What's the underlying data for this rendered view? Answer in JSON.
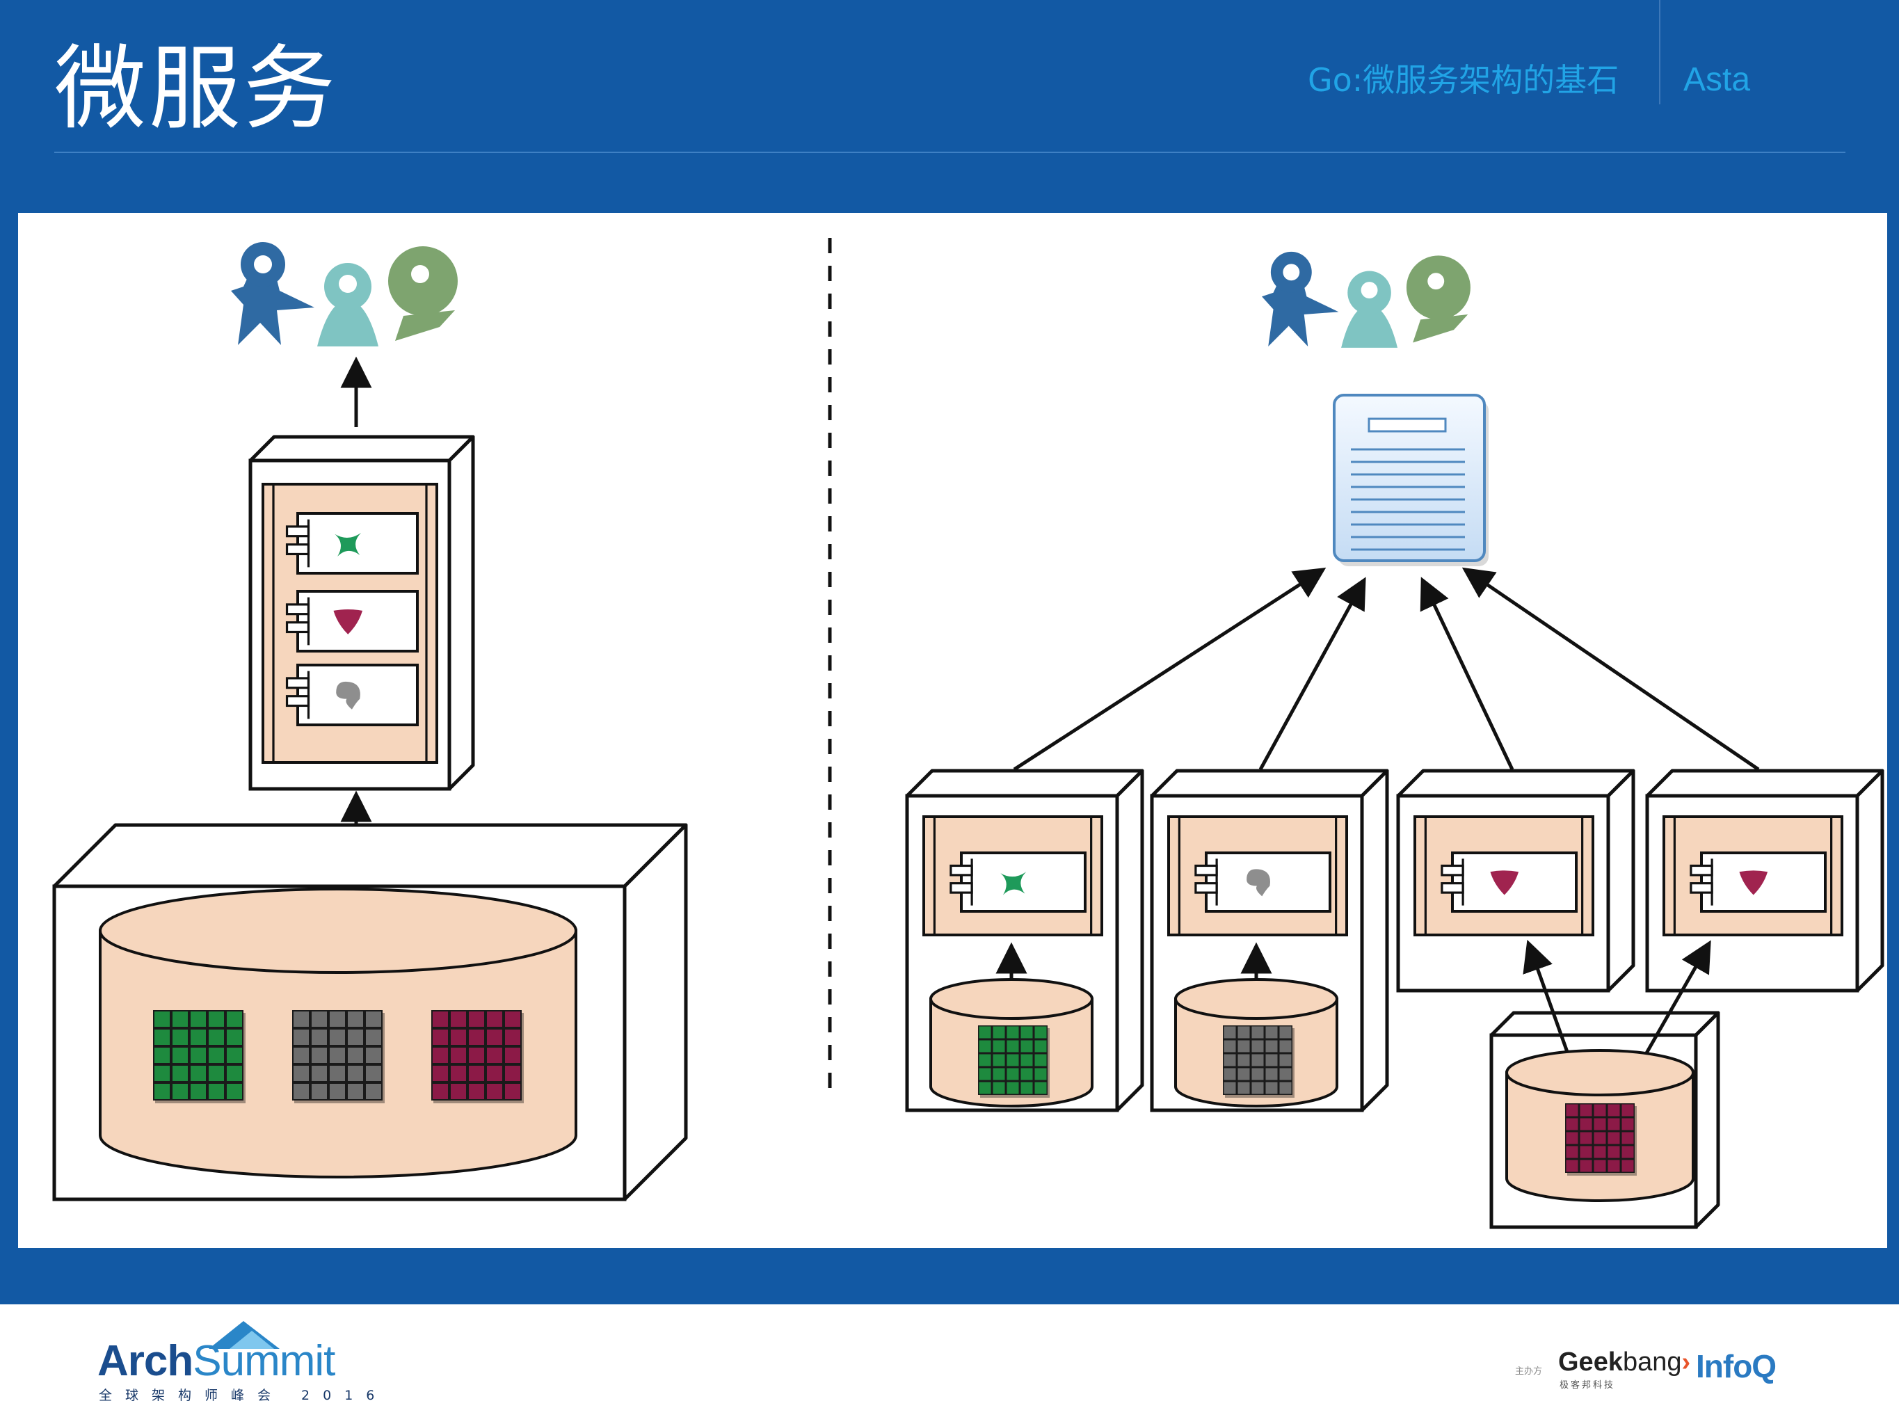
{
  "header": {
    "title": "微服务",
    "talk_title": "Go:微服务架构的基石",
    "author": "Asta"
  },
  "diagram": {
    "left": {
      "component_icons": [
        "x-icon",
        "heart-icon",
        "blob-icon"
      ],
      "table_colors": [
        "#1e8a3e",
        "#6d6d6d",
        "#8c1a47"
      ]
    },
    "right": {
      "services": [
        {
          "icon": "x-icon",
          "table_color": "#1e8a3e"
        },
        {
          "icon": "blob-icon",
          "table_color": "#6d6d6d"
        },
        {
          "icon": "heart-icon"
        },
        {
          "icon": "heart-icon"
        }
      ],
      "shared_table_color": "#8c1a47"
    },
    "colors": {
      "user_dark": "#2f6aa3",
      "user_teal": "#7fc4c2",
      "user_green": "#7ea46f",
      "panel_fill": "#f6d6bd",
      "x_green": "#1e9a5a",
      "heart_red": "#a0234f",
      "blob_gray": "#8e8e8e"
    }
  },
  "footer": {
    "arch_logo_bold": "Arch",
    "arch_logo_thin": "Summit",
    "arch_logo_sub": "全球架构师峰会 2016",
    "sponsor_note": "主办方",
    "geekbang_bold": "Geek",
    "geekbang_thin": "bang",
    "geekbang_arrow": "›",
    "geekbang_sub": "极客邦科技",
    "infoq": "InfoQ"
  }
}
